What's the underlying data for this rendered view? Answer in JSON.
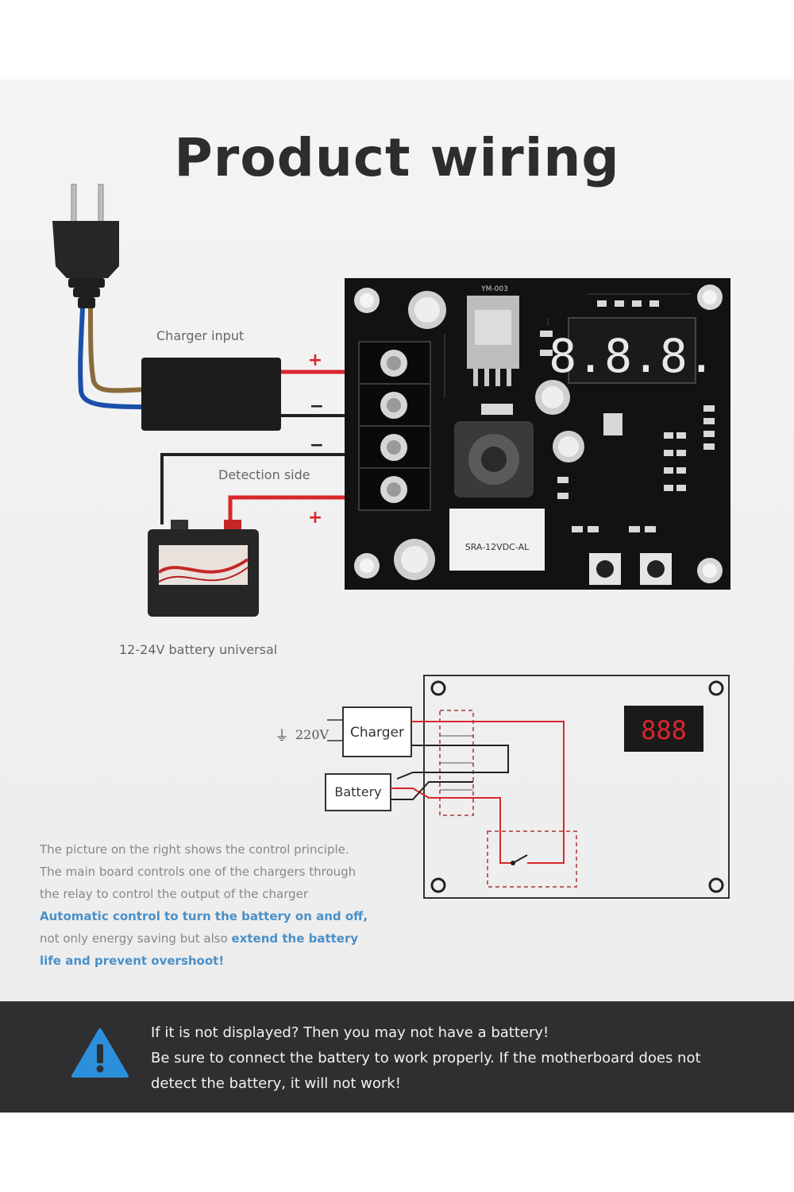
{
  "title": "Product wiring",
  "labels": {
    "charger_input": "Charger input",
    "detection_side": "Detection side",
    "battery_universal": "12-24V battery universal",
    "plus": "+",
    "minus": "−"
  },
  "board": {
    "display_digits": "8.8.8.",
    "model_text": "YM-003",
    "relay_text": "SRA-12VDC-AL"
  },
  "schematic": {
    "ac_label": "220V",
    "charger_label": "Charger",
    "battery_label": "Battery",
    "display_digits": "888"
  },
  "description": {
    "line1": "The picture on the right shows the control principle.",
    "line2": "The main board controls one of the chargers through",
    "line3": "the relay to control the output of the charger",
    "highlight1": "Automatic control to turn the battery on and off,",
    "line5_plain": "not only energy saving but also",
    "line5_highlight": "extend the battery",
    "highlight3": "life and prevent overshoot!"
  },
  "warning": {
    "line1": "If it is not displayed? Then you may not have a battery!",
    "line2": "Be sure to connect the battery to work properly. If the motherboard does not",
    "line3": "detect the battery, it will not work!"
  },
  "colors": {
    "wire_red": "#d9262c",
    "wire_black": "#222222",
    "wire_blue": "#1c4fa8",
    "wire_brown": "#8a6a3c",
    "warning_blue": "#2b8fdc",
    "highlight_text": "#4a90c8"
  }
}
